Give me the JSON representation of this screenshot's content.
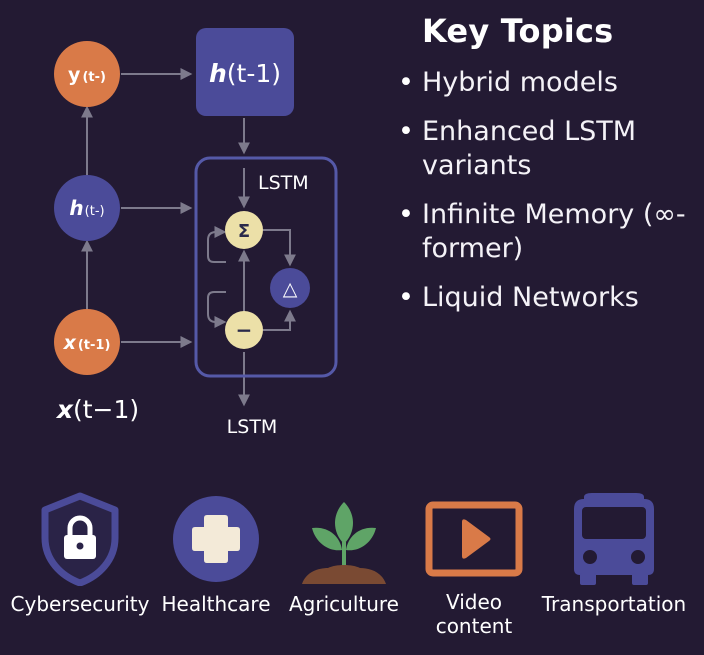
{
  "diagram": {
    "nodes": {
      "y_prev": {
        "symbol": "y",
        "sub": "(t-)"
      },
      "h_mid": {
        "symbol": "h",
        "sub": "(t-)"
      },
      "x_prev": {
        "symbol": "x",
        "sub": "(t-1)"
      },
      "h_box": {
        "symbol": "h",
        "sub": "(t-1)"
      }
    },
    "x_caption": {
      "symbol": "x",
      "sub": "(t−1)"
    },
    "lstm_top_label": "LSTM",
    "lstm_bottom_label": "LSTM",
    "ops": {
      "sum": "Σ",
      "delta": "△",
      "minus": "−"
    }
  },
  "key_topics": {
    "title": "Key Topics",
    "items": [
      "Hybrid models",
      "Enhanced LSTM variants",
      "Infinite Memory (∞-former)",
      "Liquid Networks"
    ]
  },
  "applications": [
    {
      "label": "Cybersecurity",
      "icon": "shield-lock-icon"
    },
    {
      "label": "Healthcare",
      "icon": "medical-cross-icon"
    },
    {
      "label": "Agriculture",
      "icon": "plant-sprout-icon"
    },
    {
      "label": "Video\ncontent",
      "icon": "video-play-icon"
    },
    {
      "label": "Transportation",
      "icon": "bus-icon"
    }
  ],
  "colors": {
    "background": "#231a33",
    "orange": "#d97a48",
    "blue": "#4b4b99",
    "cream": "#ece0a8",
    "arrow": "#7d7a8c",
    "green": "#5fa467",
    "soil": "#7a4a33"
  }
}
